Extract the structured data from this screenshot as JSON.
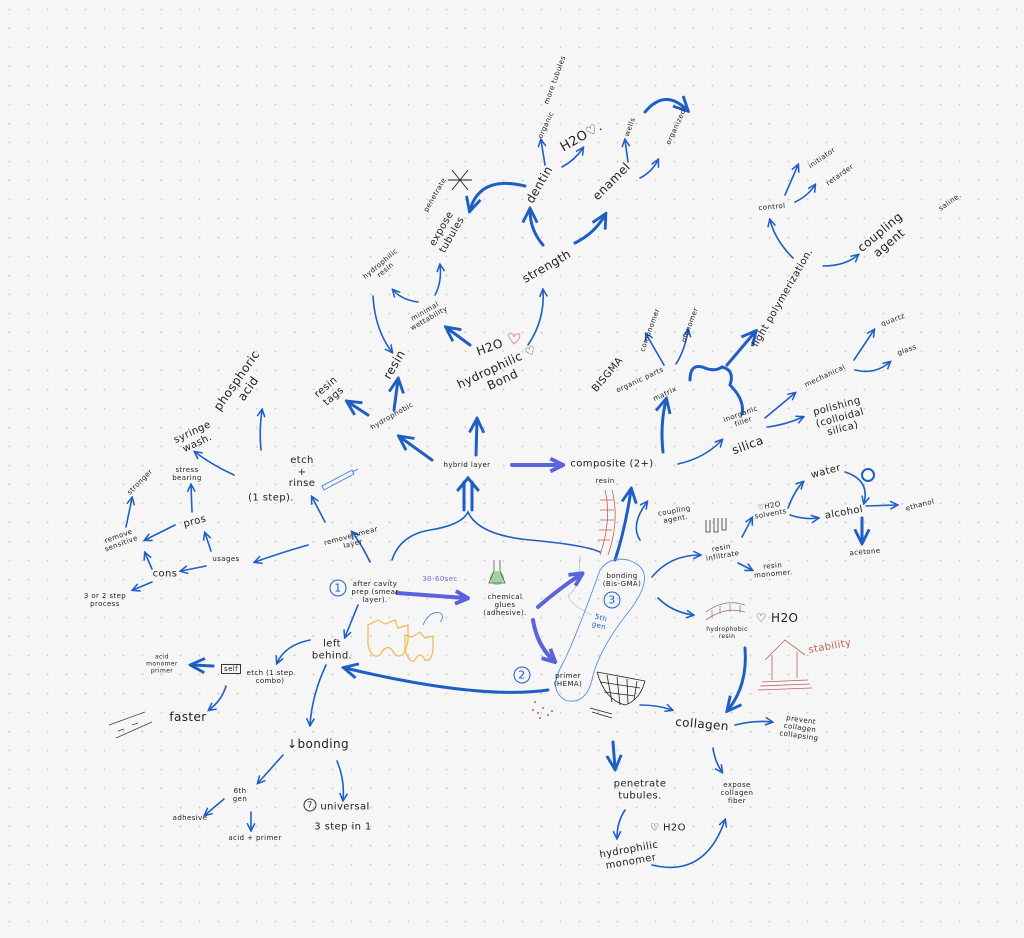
{
  "labels": {
    "more_tubules": "more tubules",
    "organic": "organic",
    "h2o_love_top": "H2O♡.",
    "wells": "wells",
    "organized": "organized",
    "penetrate": "penetrate",
    "expose_tubules": "expose tubules",
    "dentin": "dentin",
    "enamel": "enamel",
    "hydrophilic_resin": "hydrophilic resin",
    "minimal_wettability": "minimal wettability",
    "strength": "strength",
    "h2o_mid": "H2O",
    "hydrophilic_bond": "hydrophilic ♡ Bond",
    "resin": "resin",
    "resin_tags": "resin tags",
    "hydrophobic": "hydrophobic",
    "phosphoric_acid": "phosphoric acid",
    "syringe_wash": "syringe wash.",
    "stress_bearing": "stress bearing",
    "stronger": "stronger",
    "etch_rinse": "etch + rinse",
    "one_step": "(1 step).",
    "pros": "pros",
    "remove_sensitive": "remove sensitive",
    "remove_smear_layer": "remove smear layer",
    "usages": "usages",
    "cons": "cons",
    "three_or_two": "3 or 2 step process",
    "num_1": "1",
    "after_cavity_prep": "after cavity prep (smear layer).",
    "time_30_60": "30-60sec",
    "chemical_glues": "chemical glues (adhesive).",
    "left_behind": "left behind.",
    "acid_monomer_primer": "acid monomer primer",
    "self": "self",
    "etch_one_step_combo": "etch (1 step combo)",
    "faster": "faster",
    "bonding_down": "↓bonding",
    "sixth_gen": "6th gen",
    "num_7": "7",
    "universal": "universal",
    "three_step_in_1": "3 step in 1",
    "adhesive": "adhesive",
    "acid_primer": "acid + primer",
    "hybrid_layer": "hybrid layer",
    "composite": "composite (2+)",
    "composite_resin": "resin",
    "bisgma": "BISGMA",
    "comonomer": "comonomer",
    "monomer": "monomer",
    "organic_parts": "organic parts",
    "matrix": "matrix",
    "light_polymerization": "light polymerization.",
    "control": "control",
    "initiator": "initiator",
    "retarder": "retarder",
    "coupling_agent_top": "coupling agent",
    "saline": "saline.",
    "inorganic_filler": "inorganic filler",
    "silica": "silica",
    "mechanical": "mechanical",
    "quartz": "quartz",
    "glass": "glass",
    "polishing": "polishing (colloidal silica)",
    "coupling_agent_mid": "coupling agent.",
    "resin_infiltrate": "resin infiltrate",
    "h2o_solvents": "♡H2O solvents",
    "water": "water",
    "alcohol": "alcohol",
    "ethanol": "ethanol",
    "acetone": "acetone",
    "resin_monomer": "resin monomer.",
    "bonding_bisgma": "bonding (Bis-GMA)",
    "num_3": "3",
    "fifth_gen": "5th gen",
    "num_2": "2",
    "primer_hema": "primer (HEMA)",
    "hydrophobic_resin": "hydrophobic resin",
    "h2o_broken": "♡ H2O",
    "stability": "stability",
    "collagen": "collagen",
    "prevent_collapsing": "prevent collagen collapsing",
    "penetrate_tubules": "penetrate tubules.",
    "expose_collagen_fiber": "expose collagen fiber",
    "h2o_love_bottom": "♡ H2O",
    "hydrophilic_monomer": "hydrophilic monomer"
  },
  "colors": {
    "arrow": "#1f5fc4",
    "emphasis_arrow": "#5b63dc",
    "accent_red": "#c0605a",
    "sketch_orange": "#f2b84a",
    "sketch_green": "#7cc47c"
  }
}
